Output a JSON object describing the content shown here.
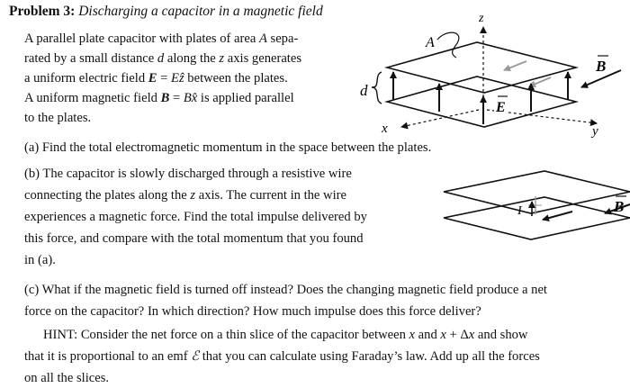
{
  "title": {
    "problem_label": "Problem 3:",
    "subtitle": "Discharging a capacitor in a magnetic field"
  },
  "intro": {
    "line1_a": "A parallel plate capacitor with plates of area ",
    "line1_var": "A",
    "line1_b": " sepa-",
    "line2_a": "rated by a small distance ",
    "line2_var1": "d",
    "line2_b": " along the ",
    "line2_var2": "z",
    "line2_c": " axis generates",
    "line3_a": "a uniform electric field ",
    "line3_vec": "E",
    "line3_b": " = ",
    "line3_var": "E",
    "line3_hat": "ẑ",
    "line3_c": " between the plates.",
    "line4_a": "A uniform magnetic field ",
    "line4_vec": "B",
    "line4_b": " = ",
    "line4_var": "B",
    "line4_hat": "x̂",
    "line4_c": " is applied parallel",
    "line5": "to the plates."
  },
  "part_a": "(a) Find the total electromagnetic momentum in the space between the plates.",
  "part_b": {
    "line1": "(b) The capacitor is slowly discharged through a resistive wire",
    "line2_a": "connecting the plates along the ",
    "line2_var": "z",
    "line2_b": " axis. The current in the wire",
    "line3": "experiences a magnetic force. Find the total impulse delivered by",
    "line4": "this force, and compare with the total momentum that you found",
    "line5": "in (a)."
  },
  "part_c": {
    "line1": "(c) What if the magnetic field is turned off instead? Does the changing magnetic field produce a net",
    "line2": "force on the capacitor? In which direction? How much impulse does this force deliver?"
  },
  "hint": {
    "line1_a": "HINT: Consider the net force on a thin slice of the capacitor between ",
    "line1_var1": "x",
    "line1_b": " and ",
    "line1_var2": "x",
    "line1_c": " + Δ",
    "line1_var3": "x",
    "line1_d": " and show",
    "line2_a": "that it is proportional to an emf ",
    "line2_var": "ℰ",
    "line2_b": " that you can calculate using Faraday’s law. Add up all the forces",
    "line3": "on all the slices."
  },
  "figure1": {
    "label_z": "z",
    "label_A": "A",
    "label_B": "B",
    "label_d": "d",
    "label_E": "E",
    "label_x": "x",
    "label_y": "y"
  },
  "figure2": {
    "label_B": "B",
    "label_I": "I"
  },
  "colors": {
    "ink": "#111111",
    "gray_arrow": "#9a9a9a"
  }
}
